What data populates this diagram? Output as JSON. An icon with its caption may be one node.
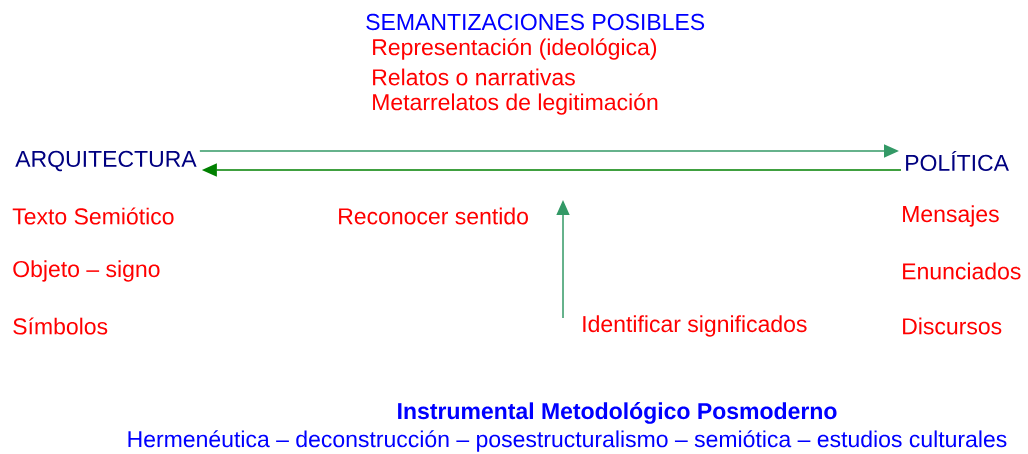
{
  "diagram": {
    "nodes": [
      {
        "text": [
          "ARQUITECTURA"
        ]
      },
      {
        "text": [
          "POLÍTICA"
        ]
      },
      {
        "text": [
          "Identificar significados"
        ]
      }
    ],
    "edges": [
      {
        "from": 0,
        "to": 1,
        "arrow": "to"
      },
      {
        "from": 1,
        "to": 0,
        "arrow": "to",
        "color": "#008000"
      },
      {
        "from": 2,
        "to": null,
        "arrow": "to"
      }
    ],
    "labels": [
      "SEMANTIZACIONES POSIBLES",
      "Representación (ideológica)",
      "Relatos o narrativas",
      "Metarrelatos de legitimación",
      "Texto Semiótico",
      "Reconocer sentido",
      "Mensajes",
      "Objeto – signo",
      "Enunciados",
      "Símbolos",
      "Discursos",
      "Instrumental Metodológico Posmoderno",
      "Hermenéutica – deconstrucción – posestructuralismo – semiótica – estudios culturales"
    ]
  }
}
